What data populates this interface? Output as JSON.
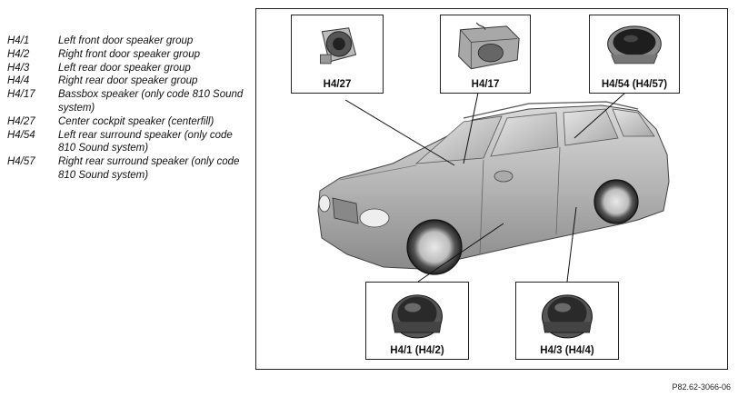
{
  "legend": [
    {
      "code": "H4/1",
      "desc": "Left front door speaker group"
    },
    {
      "code": "H4/2",
      "desc": "Right front door speaker group"
    },
    {
      "code": "H4/3",
      "desc": "Left rear door speaker group"
    },
    {
      "code": "H4/4",
      "desc": "Right rear door speaker group"
    },
    {
      "code": "H4/17",
      "desc": "Bassbox speaker (only code 810 Sound system)"
    },
    {
      "code": "H4/27",
      "desc": "Center cockpit speaker (centerfill)"
    },
    {
      "code": "H4/54",
      "desc": "Left rear surround speaker (only code 810 Sound system)"
    },
    {
      "code": "H4/57",
      "desc": "Right rear surround speaker (only code 810 Sound system)"
    }
  ],
  "callouts": {
    "h427": "H4/27",
    "h417": "H4/17",
    "h454": "H4/54  (H4/57)",
    "h41": "H4/1  (H4/2)",
    "h43": "H4/3  (H4/4)"
  },
  "reference": "P82.62-3066-06"
}
